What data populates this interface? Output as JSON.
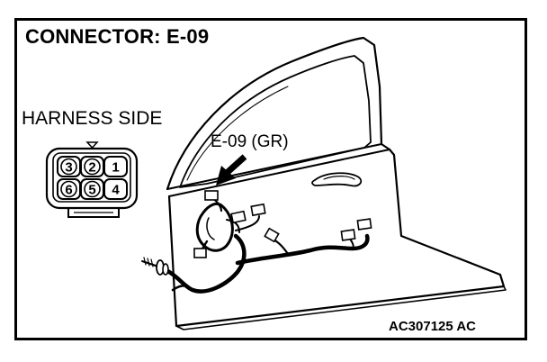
{
  "title": "CONNECTOR: E-09",
  "view_label": "HARNESS SIDE",
  "connector_callout": "E-09 (GR)",
  "figure_code": "AC307125 AC",
  "connector": {
    "top_row_pins": [
      "3",
      "2",
      "1"
    ],
    "bottom_row_pins": [
      "6",
      "5",
      "4"
    ]
  },
  "colors": {
    "line": "#000000",
    "background": "#ffffff"
  }
}
